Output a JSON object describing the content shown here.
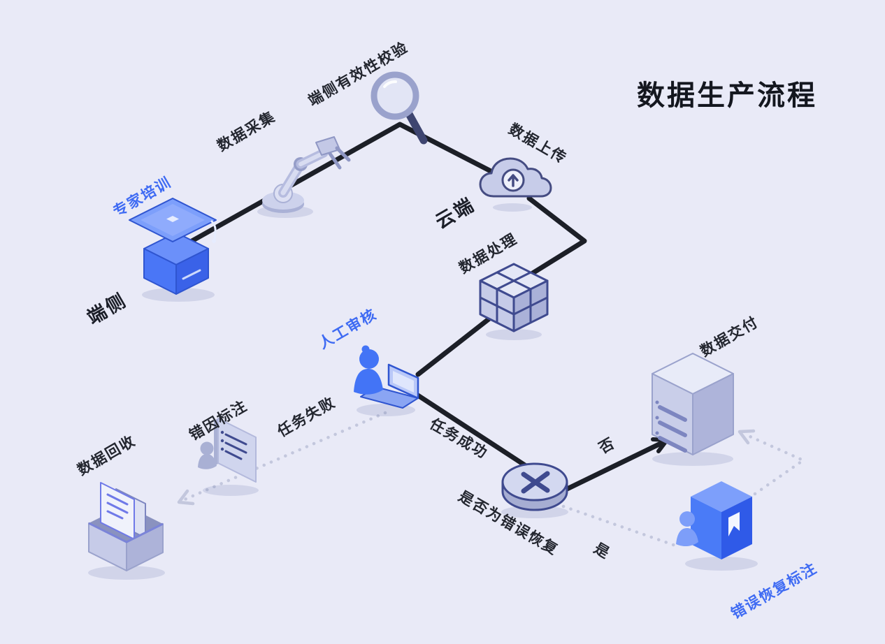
{
  "title": "数据生产流程",
  "zones": {
    "device": "端侧",
    "cloud": "云端"
  },
  "nodes": {
    "expert_training": "专家培训",
    "data_collection": "数据采集",
    "device_validation": "端侧有效性校验",
    "data_upload": "数据上传",
    "data_processing": "数据处理",
    "manual_review": "人工审核",
    "error_cause_annotation": "错因标注",
    "data_recycle": "数据回收",
    "decision": "是否为错误恢复",
    "data_delivery": "数据交付",
    "error_recovery_annotation": "错误恢复标注"
  },
  "edges": {
    "task_failed": "任务失败",
    "task_success": "任务成功",
    "no": "否",
    "yes": "是"
  },
  "colors": {
    "background": "#e9eaf7",
    "solid_line": "#1c1f27",
    "dotted_line": "#c3c7dd",
    "accent_blue_text": "#3f6bf3",
    "icon_blue": "#4a7bf7",
    "icon_lavender": "#c9cee9",
    "icon_edge_navy": "#3f4a8f"
  }
}
